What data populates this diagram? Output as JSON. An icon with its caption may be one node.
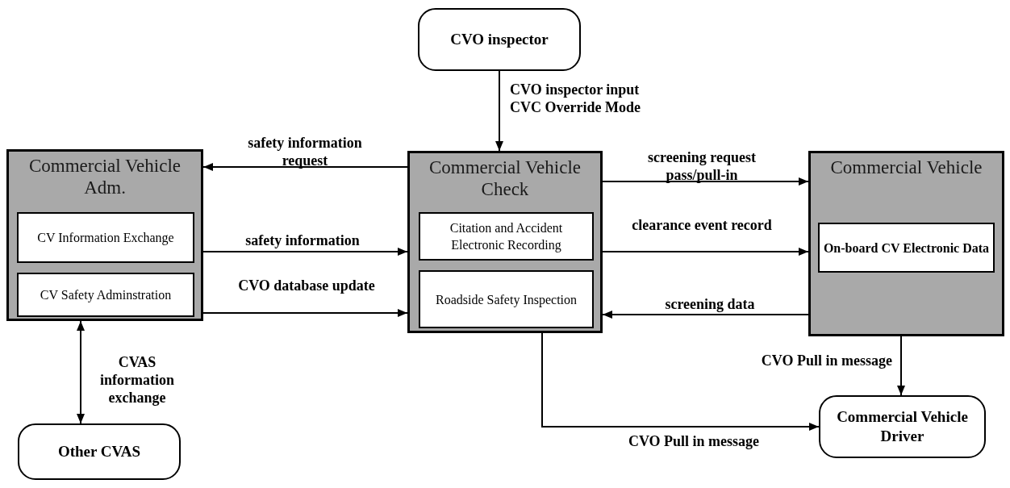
{
  "diagram": {
    "nodes": [
      {
        "text": [
          "CVO inspector"
        ]
      },
      {
        "text": [
          "Commercial Vehicle Adm."
        ]
      },
      {
        "text": [
          "CV Information Exchange"
        ],
        "in": 1
      },
      {
        "text": [
          "CV Safety Adminstration"
        ],
        "in": 1
      },
      {
        "text": [
          "Commercial Vehicle Check"
        ]
      },
      {
        "text": [
          "Citation and Accident Electronic Recording"
        ],
        "in": 4
      },
      {
        "text": [
          "Roadside Safety Inspection"
        ],
        "in": 4
      },
      {
        "text": [
          "Commercial Vehicle"
        ]
      },
      {
        "text": [
          "On-board CV Electronic Data"
        ],
        "in": 7
      },
      {
        "text": [
          "Commercial Vehicle Driver"
        ]
      },
      {
        "text": [
          "Other CVAS"
        ]
      }
    ],
    "edges": [
      {
        "from": 0,
        "to": 4,
        "arrow": "to",
        "label": "CVO inspector input CVC Override Mode"
      },
      {
        "from": 4,
        "to": 1,
        "arrow": "to",
        "label": "safety information request"
      },
      {
        "from": 1,
        "to": 4,
        "arrow": "to",
        "label": "safety information"
      },
      {
        "from": 1,
        "to": 4,
        "arrow": "to",
        "label": "CVO database update"
      },
      {
        "from": 4,
        "to": 7,
        "arrow": "to",
        "label": "screening request pass/pull-in"
      },
      {
        "from": 4,
        "to": 7,
        "arrow": "to",
        "label": "clearance event record"
      },
      {
        "from": 7,
        "to": 4,
        "arrow": "to",
        "label": "screening data"
      },
      {
        "from": 7,
        "to": 9,
        "arrow": "to",
        "label": "CVO Pull in message"
      },
      {
        "from": 4,
        "to": 9,
        "arrow": "to",
        "label": "CVO Pull in message"
      },
      {
        "from": 1,
        "to": 10,
        "arrow": "both",
        "label": "CVAS information exchange"
      }
    ]
  }
}
